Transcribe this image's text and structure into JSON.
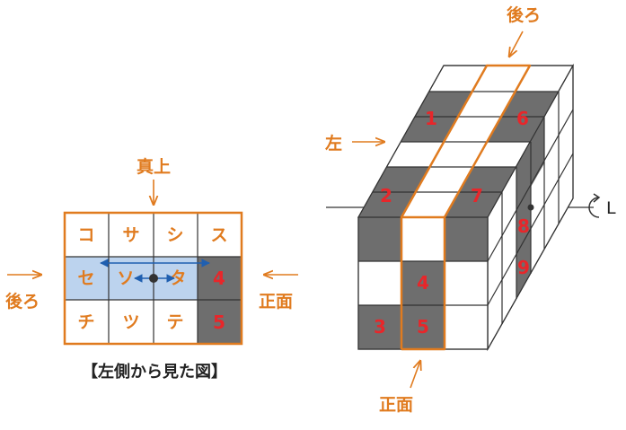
{
  "left_view": {
    "top_label": "真上",
    "left_label": "後ろ",
    "right_label": "正面",
    "caption": "【左側から見た図】",
    "cells": [
      "コ",
      "サ",
      "シ",
      "ス",
      "セ",
      "ソ",
      "タ",
      "4",
      "チ",
      "ツ",
      "テ",
      "5"
    ]
  },
  "cube_view": {
    "top_label": "後ろ",
    "left_label": "左",
    "bottom_label": "正面",
    "axis_label": "L",
    "numbers": [
      "1",
      "6",
      "2",
      "7",
      "8",
      "9",
      "4",
      "3",
      "5"
    ]
  },
  "colors": {
    "orange": "#e07b1f",
    "red": "#e8262a",
    "gray": "#6e6e6e",
    "light_blue": "#bcd3ee",
    "blue": "#1f5fb0",
    "line": "#333333"
  }
}
